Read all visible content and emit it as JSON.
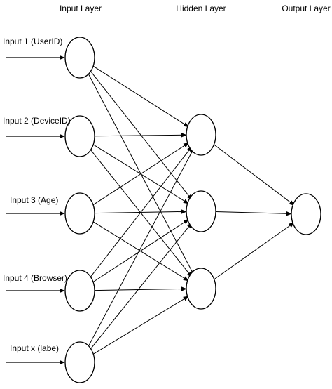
{
  "layers": {
    "input": {
      "title": "Input Layer",
      "nodes": [
        {
          "id": "i1",
          "label": "Input 1 (UserID)"
        },
        {
          "id": "i2",
          "label": "Input 2 (DeviceID)"
        },
        {
          "id": "i3",
          "label": "Input 3 (Age)"
        },
        {
          "id": "i4",
          "label": "Input 4 (Browser)"
        },
        {
          "id": "i5",
          "label": "Input x (labe)"
        }
      ]
    },
    "hidden": {
      "title": "Hidden Layer",
      "nodes": [
        {
          "id": "h1"
        },
        {
          "id": "h2"
        },
        {
          "id": "h3"
        }
      ]
    },
    "output": {
      "title": "Output Layer",
      "nodes": [
        {
          "id": "o1"
        }
      ]
    }
  },
  "edges": [
    [
      "i1",
      "h1"
    ],
    [
      "i1",
      "h2"
    ],
    [
      "i1",
      "h3"
    ],
    [
      "i2",
      "h1"
    ],
    [
      "i2",
      "h2"
    ],
    [
      "i2",
      "h3"
    ],
    [
      "i3",
      "h1"
    ],
    [
      "i3",
      "h2"
    ],
    [
      "i3",
      "h3"
    ],
    [
      "i4",
      "h1"
    ],
    [
      "i4",
      "h2"
    ],
    [
      "i4",
      "h3"
    ],
    [
      "i5",
      "h1"
    ],
    [
      "i5",
      "h2"
    ],
    [
      "i5",
      "h3"
    ],
    [
      "h1",
      "o1"
    ],
    [
      "h2",
      "o1"
    ],
    [
      "h3",
      "o1"
    ]
  ],
  "colors": {
    "line": "#000000",
    "background": "#ffffff"
  }
}
